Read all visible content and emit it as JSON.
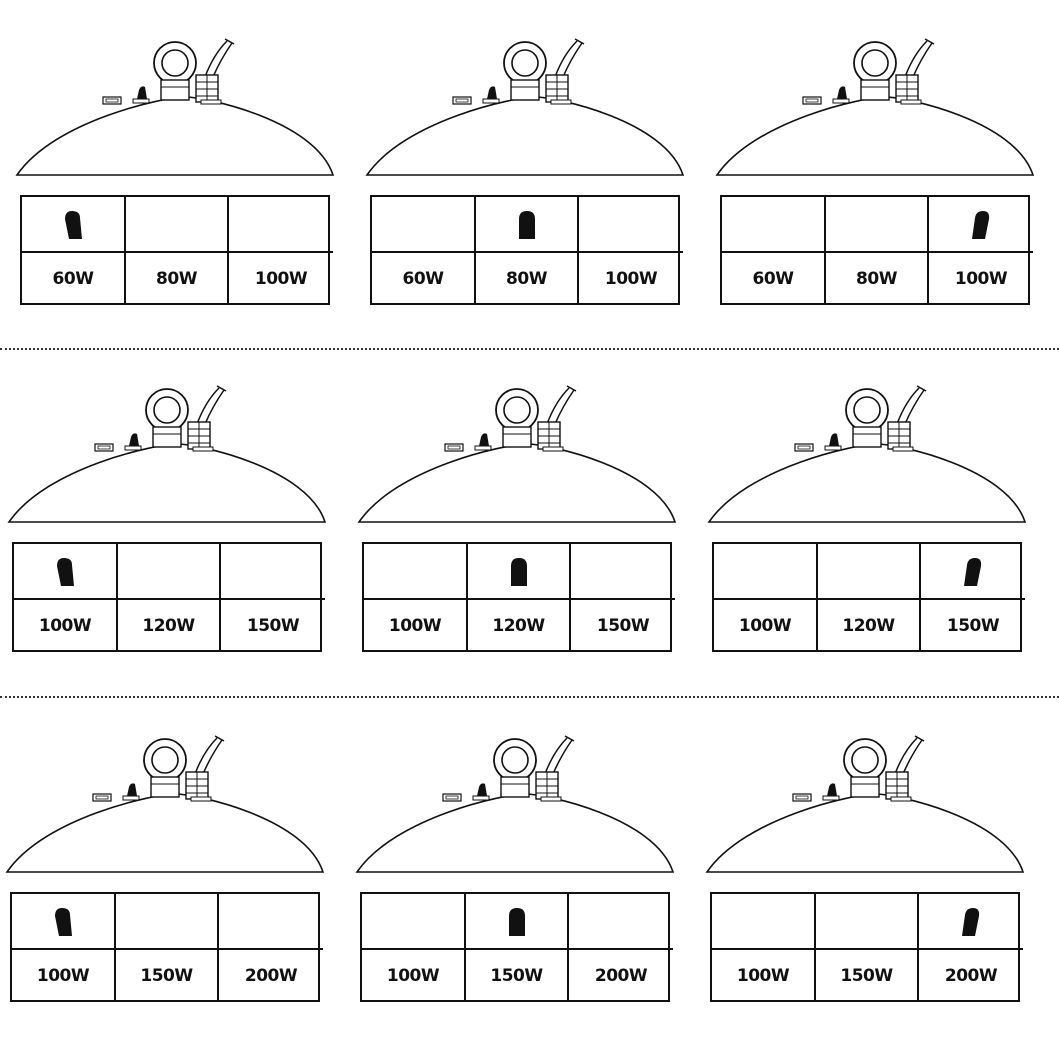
{
  "panels": [
    {
      "options": [
        "60W",
        "80W",
        "100W"
      ],
      "selected": 0
    },
    {
      "options": [
        "60W",
        "80W",
        "100W"
      ],
      "selected": 1
    },
    {
      "options": [
        "60W",
        "80W",
        "100W"
      ],
      "selected": 2
    },
    {
      "options": [
        "100W",
        "120W",
        "150W"
      ],
      "selected": 0
    },
    {
      "options": [
        "100W",
        "120W",
        "150W"
      ],
      "selected": 1
    },
    {
      "options": [
        "100W",
        "120W",
        "150W"
      ],
      "selected": 2
    },
    {
      "options": [
        "100W",
        "150W",
        "200W"
      ],
      "selected": 0
    },
    {
      "options": [
        "100W",
        "150W",
        "200W"
      ],
      "selected": 1
    },
    {
      "options": [
        "100W",
        "150W",
        "200W"
      ],
      "selected": 2
    }
  ]
}
